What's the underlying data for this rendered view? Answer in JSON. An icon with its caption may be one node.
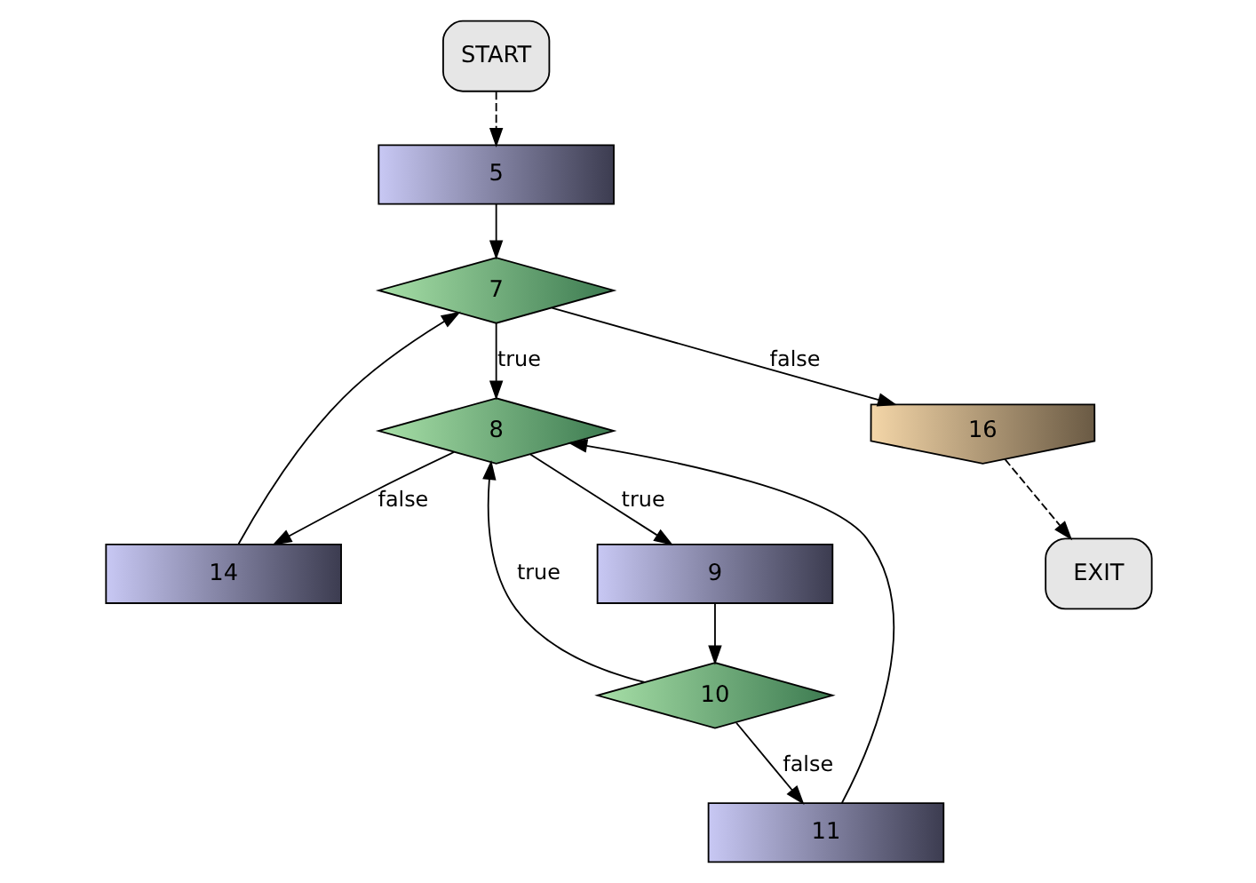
{
  "diagram": {
    "nodes": [
      {
        "text": [
          "START"
        ]
      },
      {
        "text": [
          "5"
        ]
      },
      {
        "text": [
          "14"
        ]
      },
      {
        "text": [
          "10"
        ]
      },
      {
        "text": [
          "7"
        ]
      },
      {
        "text": [
          "11"
        ]
      },
      {
        "text": [
          "8"
        ]
      },
      {
        "text": [
          "16"
        ]
      },
      {
        "text": [
          "9"
        ]
      },
      {
        "text": [
          "EXIT"
        ]
      }
    ],
    "edges": [
      {
        "from": 0,
        "to": 1,
        "arrow": "to",
        "style": "dashed"
      },
      {
        "from": 1,
        "to": 4,
        "arrow": "to"
      },
      {
        "from": 2,
        "to": 4,
        "arrow": "to"
      },
      {
        "from": 4,
        "to": 6,
        "arrow": "to",
        "label": "true"
      },
      {
        "from": 4,
        "to": 7,
        "arrow": "to",
        "label": "false"
      },
      {
        "from": 7,
        "to": 9,
        "arrow": "to",
        "style": "dashed"
      },
      {
        "from": 3,
        "to": 5,
        "arrow": "to",
        "label": "false"
      },
      {
        "from": 3,
        "to": 6,
        "arrow": "to",
        "label": "true"
      },
      {
        "from": 5,
        "to": 6,
        "arrow": "to"
      },
      {
        "from": 6,
        "to": 2,
        "arrow": "to",
        "label": "false"
      },
      {
        "from": 6,
        "to": 8,
        "arrow": "to",
        "label": "true"
      },
      {
        "from": 8,
        "to": 3,
        "arrow": "to"
      }
    ]
  }
}
